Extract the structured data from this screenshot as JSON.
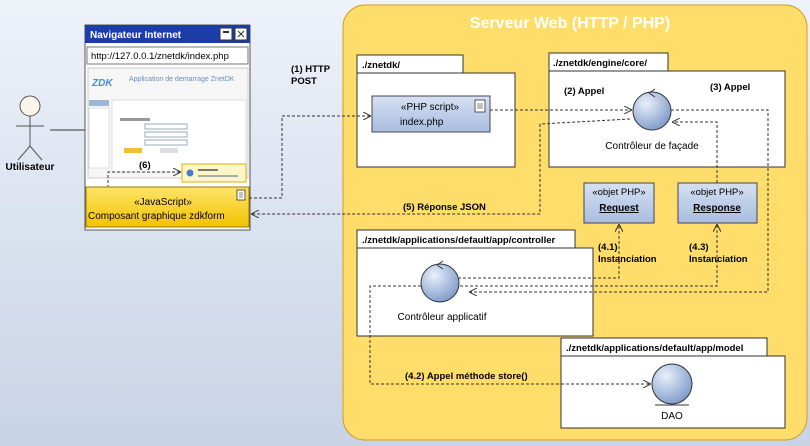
{
  "colors": {
    "server_bg": "#fedd6b",
    "server_border": "#d99a1c",
    "package_bg": "#ffffff",
    "component_blue": "#b8c9e6",
    "js_yellow": "#fcd20f",
    "title_blue": "#1d3e92",
    "arrow_dash": "#333333"
  },
  "actor": {
    "label": "Utilisateur",
    "icon": "stick-figure-icon"
  },
  "browser": {
    "title": "Navigateur Internet",
    "url": "http://127.0.0.1/znetdk/index.php",
    "app_title": "Application de demarrage ZnetDK",
    "logo_text": "ZDK",
    "step6": "(6)",
    "js_stereotype": "«JavaScript»",
    "js_name": "Composant graphique zdkform"
  },
  "server": {
    "title": "Serveur Web (HTTP / PHP)",
    "pkg_znetdk": {
      "tab": "./znetdk/",
      "stereotype": "«PHP script»",
      "name": "index.php"
    },
    "pkg_core": {
      "tab": "./znetdk/engine/core/",
      "controller": "Contrôleur de façade"
    },
    "request": {
      "stereotype": "«objet PHP»",
      "name": "Request"
    },
    "response": {
      "stereotype": "«objet PHP»",
      "name": "Response"
    },
    "pkg_controller": {
      "tab": "./znetdk/applications/default/app/controller",
      "controller": "Contrôleur applicatif"
    },
    "pkg_model": {
      "tab": "./znetdk/applications/default/app/model",
      "entity": "DAO"
    }
  },
  "labels": {
    "step1_a": "(1) HTTP",
    "step1_b": "POST",
    "step2": "(2) Appel",
    "step3": "(3) Appel",
    "step41_a": "(4.1)",
    "step41_b": "Instanciation",
    "step43_a": "(4.3)",
    "step43_b": "Instanciation",
    "step42": "(4.2) Appel méthode store()",
    "step5": "(5) Réponse JSON"
  }
}
